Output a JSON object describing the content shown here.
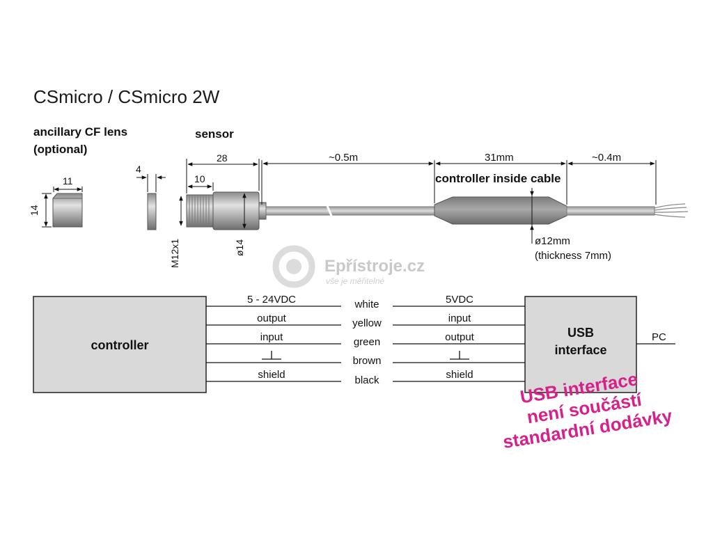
{
  "title": "CSmicro / CSmicro 2W",
  "lens": {
    "label_line1": "ancillary CF lens",
    "label_line2": "(optional)",
    "dim_width": "11",
    "dim_height": "14",
    "dim_thickness": "4"
  },
  "sensor": {
    "label": "sensor",
    "dim_length": "28",
    "dim_thread_length": "10",
    "thread": "M12x1",
    "diameter": "ø14"
  },
  "cable": {
    "segment1": "~0.5m",
    "controller_length": "31mm",
    "controller_label": "controller inside cable",
    "segment2": "~0.4m",
    "controller_diameter": "ø12mm",
    "controller_thickness": "(thickness 7mm)"
  },
  "watermark": {
    "brand": "Epřístroje.cz",
    "tagline": "vše je měřitelné"
  },
  "wiring": {
    "controller_box": "controller",
    "usb_box_line1": "USB",
    "usb_box_line2": "interface",
    "pc_label": "PC",
    "rows": [
      {
        "left": "5 - 24VDC",
        "color": "white",
        "right": "5VDC"
      },
      {
        "left": "output",
        "color": "yellow",
        "right": "input"
      },
      {
        "left": "input",
        "color": "green",
        "right": "output"
      },
      {
        "left": "",
        "color": "brown",
        "right": ""
      },
      {
        "left": "shield",
        "color": "black",
        "right": "shield"
      }
    ]
  },
  "note": {
    "line1": "USB interface",
    "line2": "není součástí",
    "line3": "standardní dodávky",
    "color": "#d8208a"
  }
}
